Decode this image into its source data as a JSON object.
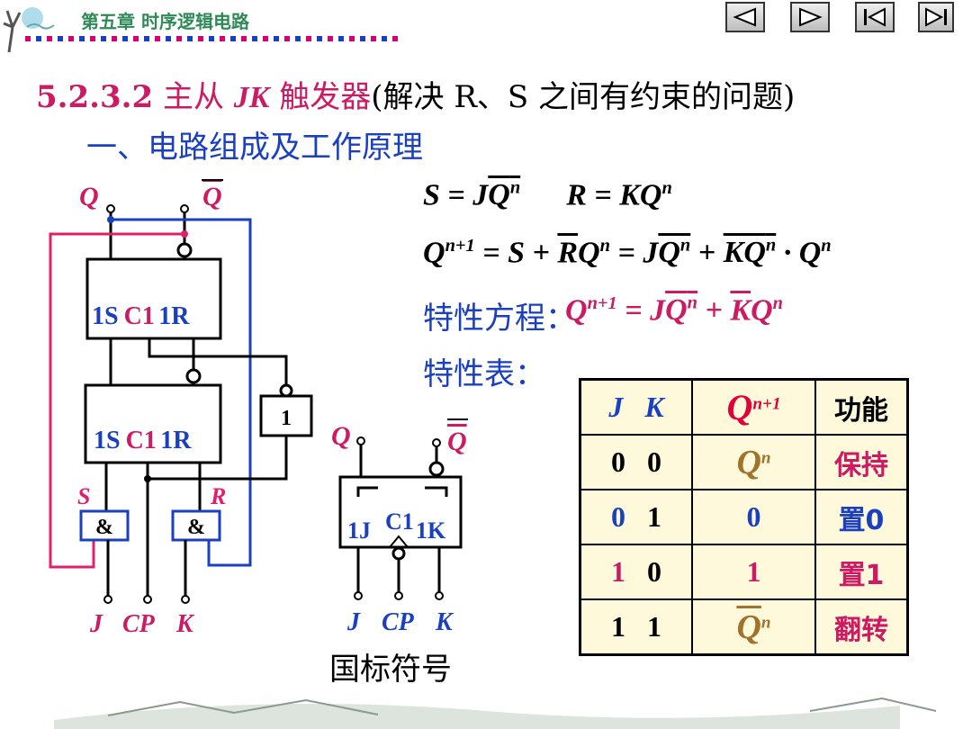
{
  "header": {
    "chapter_title": "第五章 时序逻辑电路",
    "nav_buttons": [
      "prev-icon",
      "next-icon",
      "first-icon",
      "last-icon"
    ]
  },
  "section": {
    "number": "5.2.3.2",
    "name_pre": "主从",
    "name_jk": "JK",
    "name_post": "触发器",
    "note": "(解决 R、S 之间有约束的问题)"
  },
  "subtitle": "一、电路组成及工作原理",
  "equations": {
    "char_eq_label": "特性方程：",
    "char_table_label": "特性表："
  },
  "circuit": {
    "q_label": "Q",
    "qbar_label": "Q",
    "master_block": [
      "1S",
      "C1",
      "1R"
    ],
    "slave_block": [
      "1S",
      "C1",
      "1R"
    ],
    "inverter": "1",
    "and_gate": "&",
    "s_label": "S",
    "r_label": "R",
    "inputs": [
      "J",
      "CP",
      "K"
    ]
  },
  "symbol": {
    "q_label": "Q",
    "qbar_label": "Q",
    "pins": [
      "1J",
      "C1",
      "1K"
    ],
    "inputs": [
      "J",
      "CP",
      "K"
    ],
    "caption": "国标符号"
  },
  "truth_table": {
    "headers": {
      "j": "J",
      "k": "K",
      "q": "Q",
      "q_sup": "n+1",
      "fn": "功能"
    },
    "rows": [
      {
        "j": "0",
        "k": "0",
        "q": "Q",
        "q_sup": "n",
        "fn": "保持"
      },
      {
        "j": "0",
        "k": "1",
        "q": "0",
        "fn": "置0"
      },
      {
        "j": "1",
        "k": "0",
        "q": "1",
        "fn": "置1"
      },
      {
        "j": "1",
        "k": "1",
        "q": "Q",
        "q_sup": "n",
        "fn": "翻转"
      }
    ]
  },
  "colors": {
    "magenta": "#cc1a63",
    "blue": "#1a3fbf",
    "green": "#2e8b57",
    "table_bg": "#fff9db",
    "brown": "#a0722a"
  }
}
